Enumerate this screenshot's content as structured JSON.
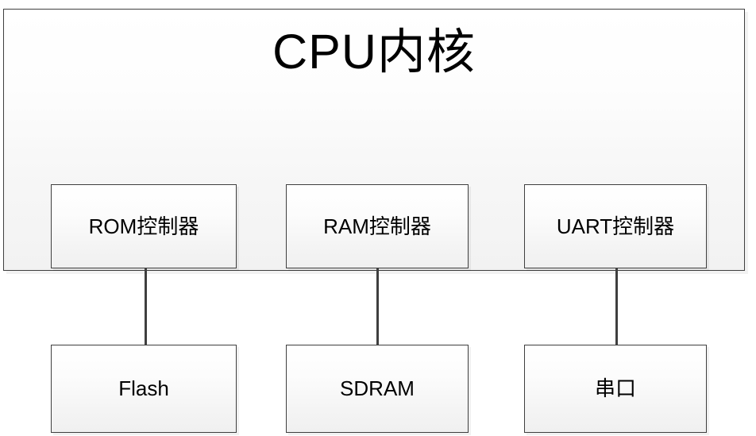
{
  "diagram": {
    "title": "CPU内核",
    "cpu_core": {
      "label": "CPU内核",
      "controllers": [
        {
          "id": "rom",
          "label": "ROM控制器"
        },
        {
          "id": "ram",
          "label": "RAM控制器"
        },
        {
          "id": "uart",
          "label": "UART控制器"
        }
      ]
    },
    "devices": [
      {
        "id": "flash",
        "label": "Flash"
      },
      {
        "id": "sdram",
        "label": "SDRAM"
      },
      {
        "id": "uart",
        "label": "串口"
      }
    ],
    "connections": [
      {
        "from": "ROM控制器",
        "to": "Flash"
      },
      {
        "from": "RAM控制器",
        "to": "SDRAM"
      },
      {
        "from": "UART控制器",
        "to": "串口"
      }
    ],
    "colors": {
      "border": "#3f3f3f",
      "box_fill_top": "#ffffff",
      "box_fill_bottom": "#f0f0f0",
      "text": "#000000",
      "page_background": "#ffffff"
    }
  }
}
